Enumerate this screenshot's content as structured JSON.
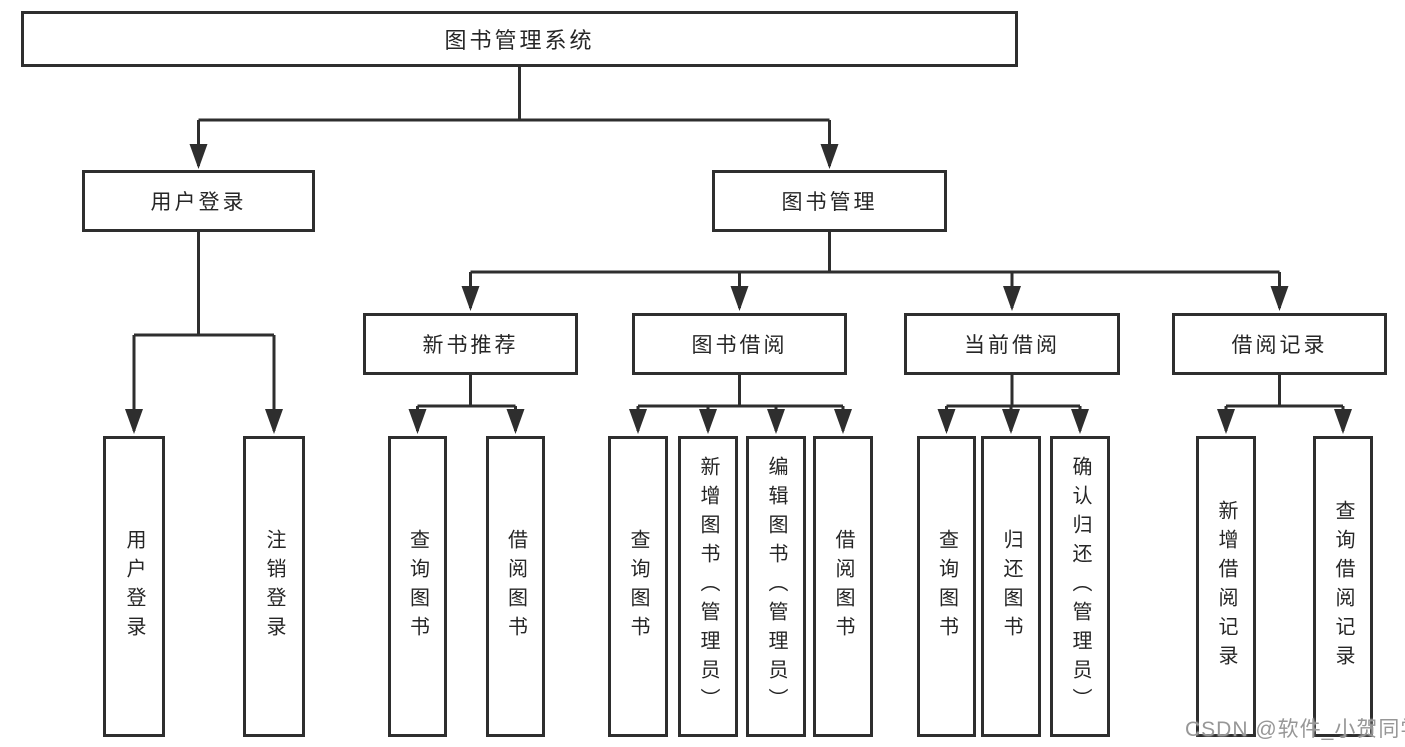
{
  "diagram": {
    "tree": {
      "label": "图书管理系统",
      "children": [
        {
          "label": "用户登录",
          "children": [
            {
              "label": "用户登录"
            },
            {
              "label": "注销登录"
            }
          ]
        },
        {
          "label": "图书管理",
          "children": [
            {
              "label": "新书推荐",
              "children": [
                {
                  "label": "查询图书"
                },
                {
                  "label": "借阅图书"
                }
              ]
            },
            {
              "label": "图书借阅",
              "children": [
                {
                  "label": "查询图书"
                },
                {
                  "label": "新增图书（管理员）"
                },
                {
                  "label": "编辑图书（管理员）"
                },
                {
                  "label": "借阅图书"
                }
              ]
            },
            {
              "label": "当前借阅",
              "children": [
                {
                  "label": "查询图书"
                },
                {
                  "label": "归还图书"
                },
                {
                  "label": "确认归还（管理员）"
                }
              ]
            },
            {
              "label": "借阅记录",
              "children": [
                {
                  "label": "新增借阅记录"
                },
                {
                  "label": "查询借阅记录"
                }
              ]
            }
          ]
        }
      ]
    },
    "colors": {
      "line": "#2e2e2e",
      "text": "#262626",
      "background": "#ffffff",
      "watermark": "#979797"
    },
    "watermark": "CSDN @软件_小贺同学"
  }
}
